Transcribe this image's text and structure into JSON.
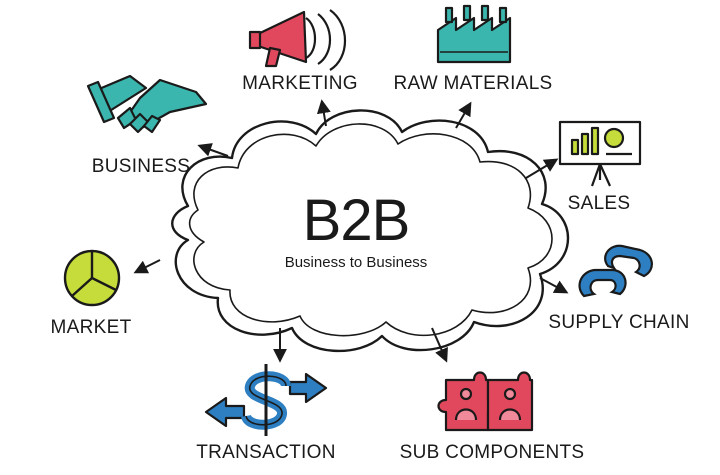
{
  "center": {
    "title": "B2B",
    "subtitle": "Business to Business"
  },
  "nodes": {
    "marketing": {
      "label": "MARKETING",
      "icon": "megaphone-icon"
    },
    "raw_materials": {
      "label": "RAW MATERIALS",
      "icon": "factory-icon"
    },
    "business": {
      "label": "BUSINESS",
      "icon": "handshake-icon"
    },
    "sales": {
      "label": "SALES",
      "icon": "presentation-board-icon"
    },
    "market": {
      "label": "MARKET",
      "icon": "pie-chart-icon"
    },
    "supply_chain": {
      "label": "SUPPLY CHAIN",
      "icon": "chain-link-icon"
    },
    "transaction": {
      "label": "TRANSACTION",
      "icon": "dollar-arrows-icon"
    },
    "sub_components": {
      "label": "SUB COMPONENTS",
      "icon": "puzzle-people-icon"
    }
  },
  "colors": {
    "teal": "#3bb6ae",
    "red": "#e2485d",
    "pink": "#f08a9a",
    "yellow_green": "#c6dc3a",
    "blue": "#2d7fc1",
    "ink": "#1a1a1a"
  }
}
